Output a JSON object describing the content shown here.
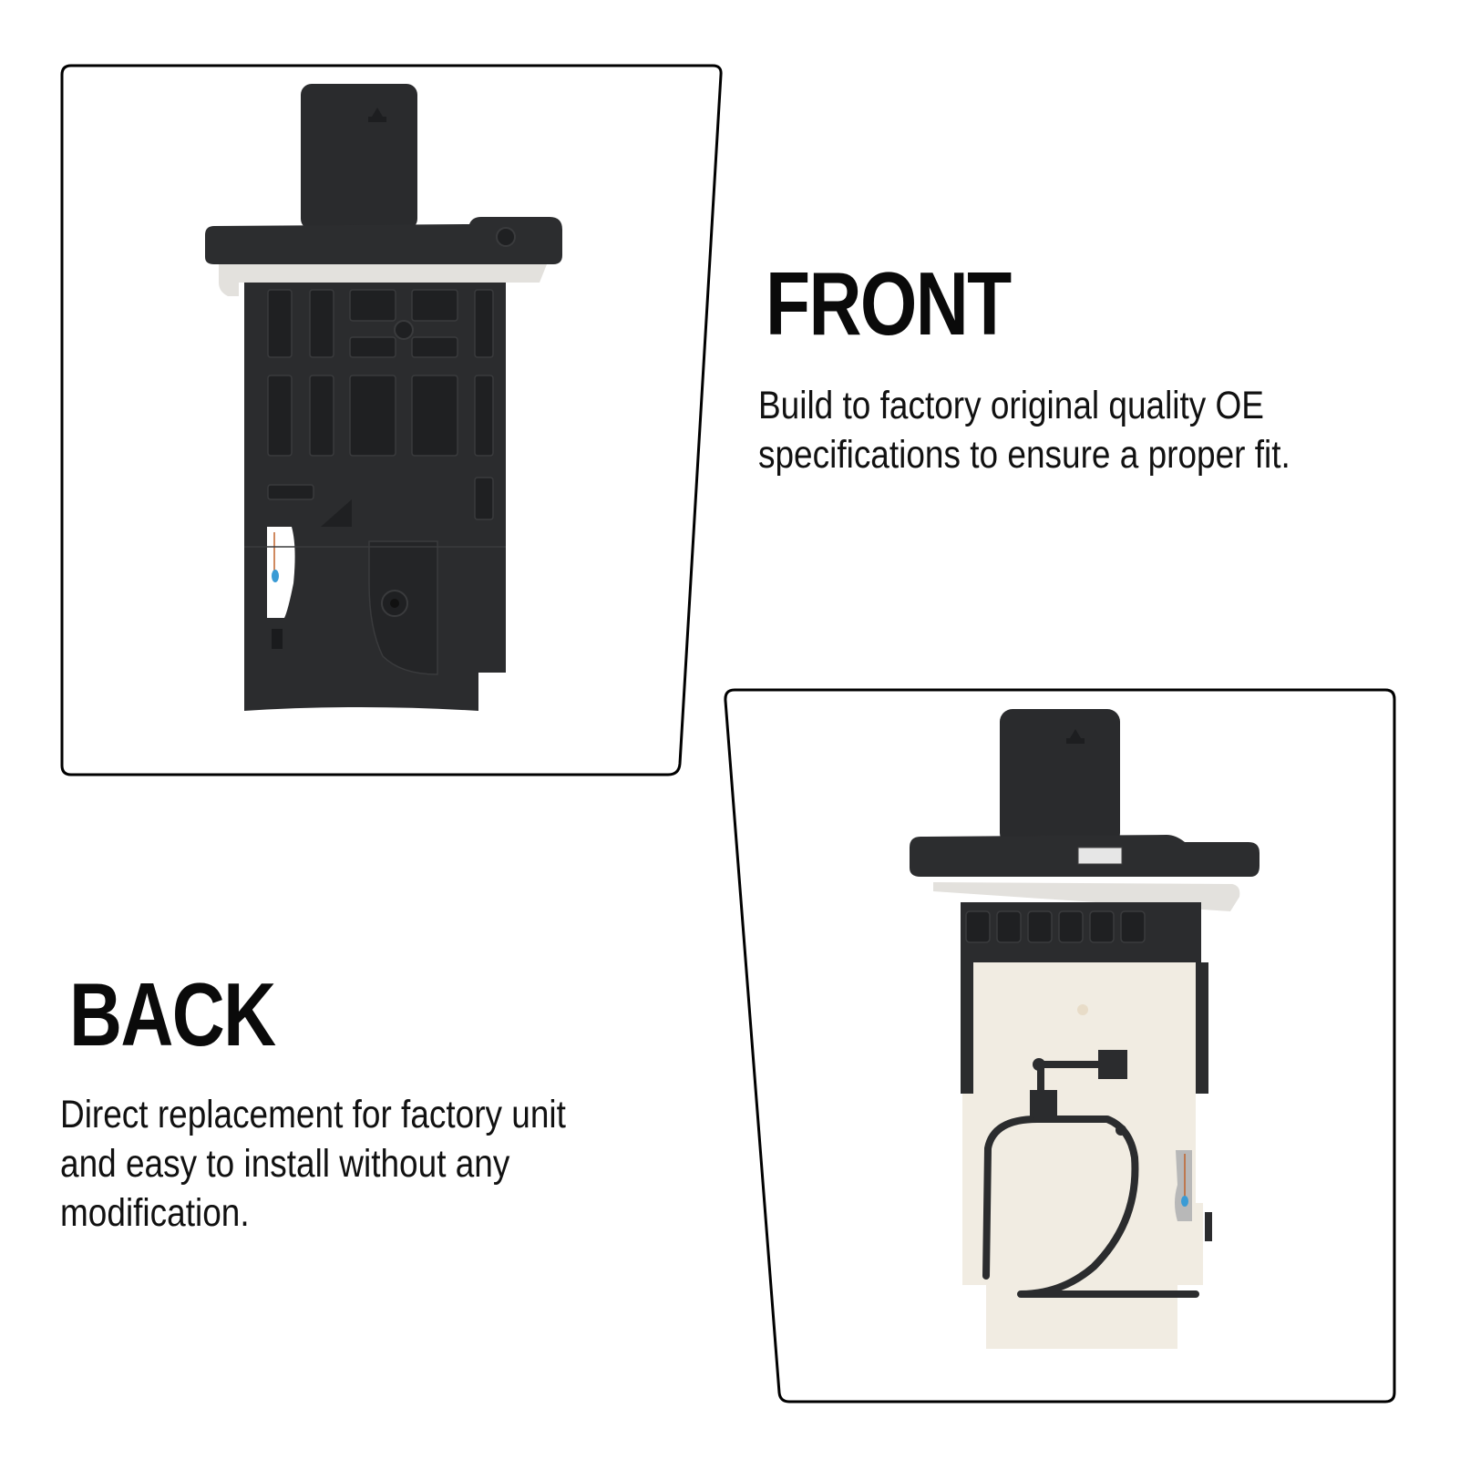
{
  "front": {
    "heading": "FRONT",
    "description_lines": [
      "Build to factory original quality OE",
      "specifications to ensure a proper fit."
    ],
    "image_alt": "mass-air-flow-sensor-front-view"
  },
  "back": {
    "heading": "BACK",
    "description_lines": [
      "Direct replacement for factory unit",
      "and easy to install without any",
      "modification."
    ],
    "image_alt": "mass-air-flow-sensor-back-view"
  },
  "colors": {
    "background": "#ffffff",
    "frame_stroke": "#000000",
    "sensor_body": "#2b2c2e",
    "sensor_body_dark": "#1e1f21",
    "gasket": "#e6e4e0",
    "back_panel": "#f1ece2",
    "wire_blue": "#3a9bd5"
  }
}
